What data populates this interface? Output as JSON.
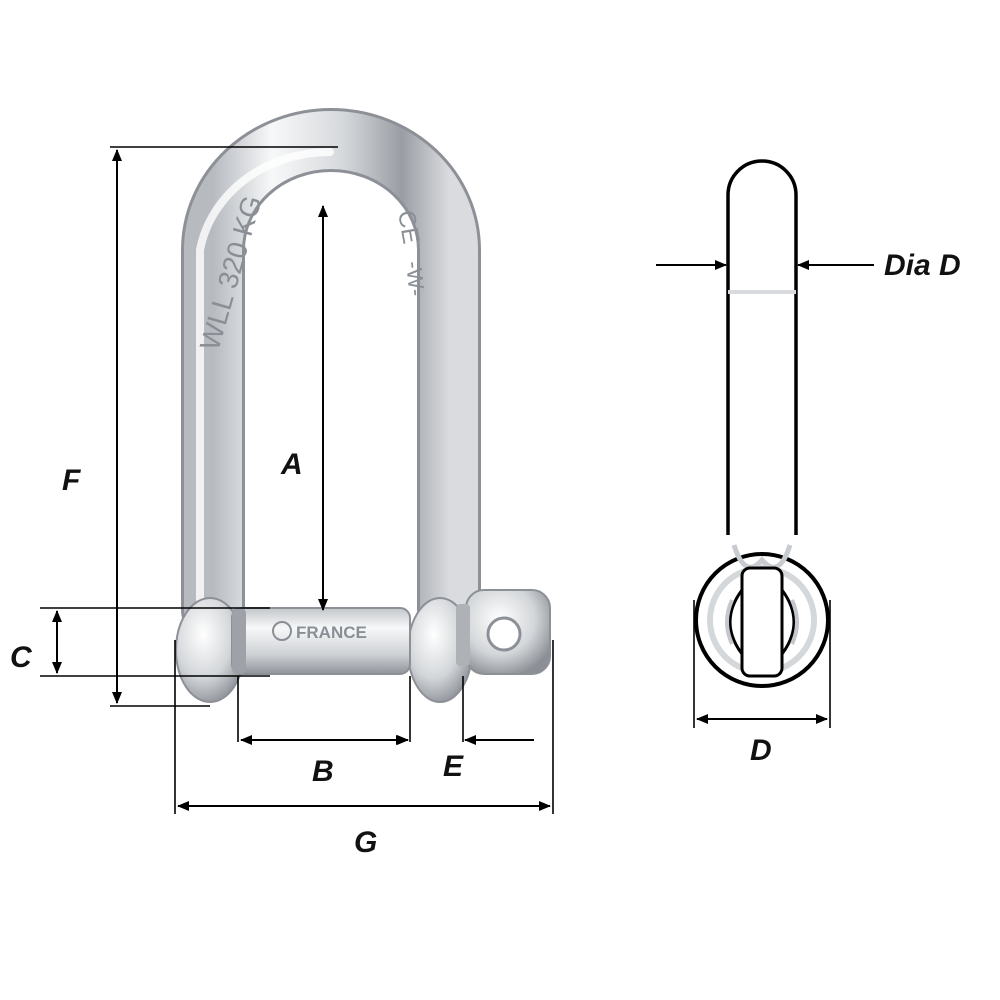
{
  "diagram": {
    "dimension_labels": {
      "A": "A",
      "B": "B",
      "C": "C",
      "D": "D",
      "E": "E",
      "F": "F",
      "G": "G",
      "dia_d": "Dia D"
    },
    "shackle_markings": {
      "wll": "WLL 320 KG",
      "ce": "CE",
      "maker_mark": "-W-",
      "pin_text": "FRANCE"
    },
    "colors": {
      "steel_light": "#f4f5f6",
      "steel_mid": "#c9ccd0",
      "steel_dark": "#8d9197",
      "line": "#000000",
      "background": "#ffffff"
    }
  }
}
